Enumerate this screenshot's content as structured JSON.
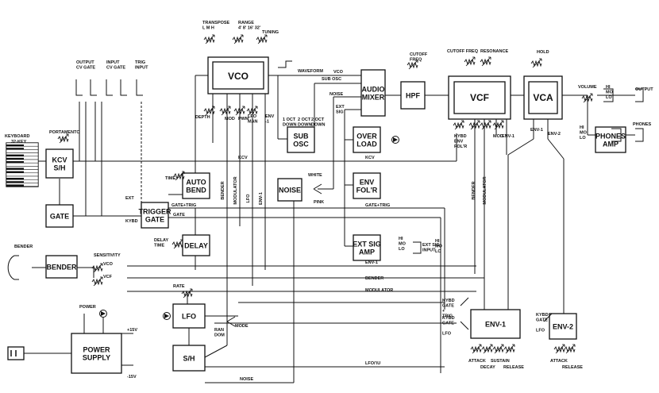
{
  "blocks": {
    "vco": "VCO",
    "audio_mixer": [
      "AUDIO",
      "MIXER"
    ],
    "hpf": "HPF",
    "vcf": "VCF",
    "vca": "VCA",
    "kcv_sh": [
      "KCV",
      "S/H"
    ],
    "gate": "GATE",
    "auto_bend": [
      "AUTO",
      "BEND"
    ],
    "trigger_gate": [
      "TRIGGER",
      "GATE"
    ],
    "delay": "DELAY",
    "sub_osc": [
      "SUB",
      "OSC"
    ],
    "noise": "NOISE",
    "over_load": [
      "OVER",
      "LOAD"
    ],
    "env_folr": [
      "ENV",
      "FOL'R"
    ],
    "ext_sig_amp": [
      "EXT SIG",
      "AMP"
    ],
    "bender": "BENDER",
    "lfo": "LFO",
    "sh": "S/H",
    "power_supply": [
      "POWER",
      "SUPPLY"
    ],
    "env1": "ENV-1",
    "env2": "ENV-2",
    "phones_amp": [
      "PHONES",
      "AMP"
    ]
  },
  "labels": {
    "keyboard": [
      "KEYBOARD",
      "32-KEY"
    ],
    "portamento": "PORTAMENTO",
    "output_jacks": [
      "OUTPUT",
      "CV  GATE"
    ],
    "input_jacks": [
      "INPUT",
      "CV  GATE"
    ],
    "trig_input": [
      "TRIG",
      "INPUT"
    ],
    "transpose": [
      "TRANSPOSE",
      "L  M  H"
    ],
    "range": [
      "RANGE",
      "4' 8' 16' 32'"
    ],
    "tuning": "TUNING",
    "waveform": "WAVEFORM",
    "vco_out": "VCO",
    "sub_osc_line": "SUB OSC",
    "noise_line": "NOISE",
    "ext_sig_line": [
      "EXT",
      "SIG"
    ],
    "cutoff_freq_hpf": [
      "CUTOFF",
      "FREQ"
    ],
    "cutoff_freq_vcf": "CUTOFF FREQ",
    "resonance": "RESONANCE",
    "hold": "HOLD",
    "volume": "VOLUME",
    "output": "OUTPUT",
    "phones": "PHONES",
    "hml": [
      "HI",
      "MO",
      "LO"
    ],
    "hml2": [
      "HI",
      "MO",
      "LO"
    ],
    "hml3": [
      "HI",
      "MO",
      "LO"
    ],
    "depth": "DEPTH",
    "mod": "MOD",
    "pwm": "PWM",
    "lfo_man": [
      "LFO",
      "MAN"
    ],
    "env_minus1": [
      "ENV",
      "-1"
    ],
    "oct_down1": [
      "1 OCT",
      "DOWN"
    ],
    "oct_down2a": [
      "2 OCT",
      "DOWN"
    ],
    "oct_down2b": [
      "2 OCT",
      "DOWN"
    ],
    "kybd_env_folr": [
      "KYBD",
      "ENV",
      "FOL'R"
    ],
    "mod2": "MOD",
    "env1_vcf": "ENV-1",
    "env1_vca": "ENV-1",
    "env2_vca": "ENV-2",
    "kcv": "KCV",
    "kcv2": "KCV",
    "time": "TIME",
    "ext": "EXT",
    "kybd": "KYBD",
    "gate_trig": "GATE+TRIG",
    "gate_trig2": "GATE+TRIG",
    "gate_line": "GATE",
    "bender_vert": "BENDER",
    "modulator_vert": "MODULATOR",
    "lfo_vert": "LFO",
    "env1_vert": "ENV-1",
    "bender_vert2": "BENDER",
    "modulator_vert2": "MODULATOR",
    "white": "WHITE",
    "pink": "PINK",
    "ext_sig_input": [
      "EXT SIG",
      "INPUT"
    ],
    "hi_mo_lo_ext": [
      "HI",
      "MO",
      "LO"
    ],
    "delay_time": [
      "DELAY",
      "TIME"
    ],
    "bender_lbl": "BENDER",
    "sensitivity": "SENSITIVITY",
    "sens_vco": "VCO",
    "sens_vcf": "VCF",
    "env1_line": "ENV-1",
    "bender_line": "BENDER",
    "modulator_line": "MODULATOR",
    "rate": "RATE",
    "mode": "MODE",
    "ran_dom": [
      "RAN",
      "DOM"
    ],
    "power": "POWER",
    "plus15": "+15V",
    "minus15": "-15V",
    "noise_bottom": "NOISE",
    "lfo_u": "LFO⊓U",
    "kybd_gate_trig": [
      "KYBD",
      "GATE",
      "+",
      "TRIG"
    ],
    "kybd_gate_lfo": [
      "KYBD",
      "GATE",
      "",
      "LFO"
    ],
    "kybd_gate_lfo2": [
      "KYBD",
      "GATE",
      "",
      "LFO"
    ],
    "attack": "ATTACK",
    "decay": "DECAY",
    "sustain": "SUSTAIN",
    "release": "RELEASE",
    "attack2": "ATTACK",
    "release2": "RELEASE"
  }
}
